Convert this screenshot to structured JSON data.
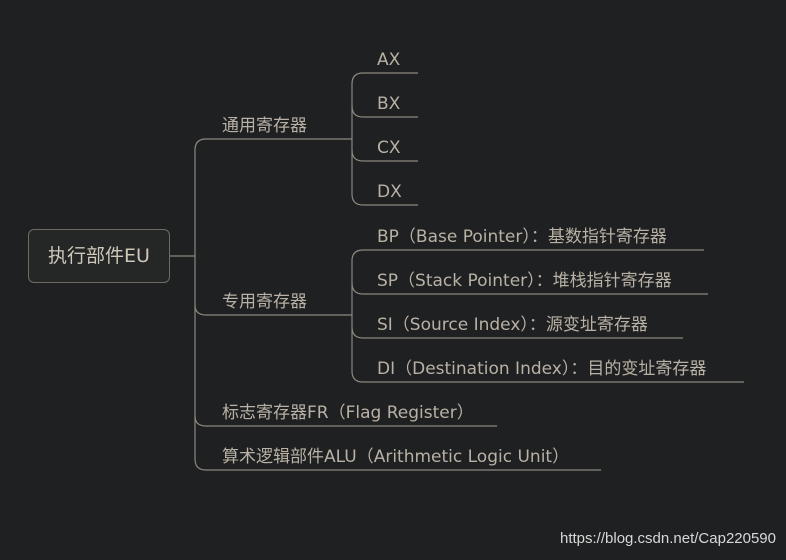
{
  "root": {
    "label": "执行部件EU"
  },
  "branches": [
    {
      "label": "通用寄存器",
      "children": [
        "AX",
        "BX",
        "CX",
        "DX"
      ]
    },
    {
      "label": "专用寄存器",
      "children": [
        "BP（Base Pointer）：基数指针寄存器",
        "SP（Stack Pointer）：堆栈指针寄存器",
        "SI（Source Index）：源变址寄存器",
        "DI（Destination Index）：目的变址寄存器"
      ]
    },
    {
      "label": "标志寄存器FR（Flag Register）"
    },
    {
      "label": "算术逻辑部件ALU（Arithmetic Logic Unit）"
    }
  ],
  "watermark": "https://blog.csdn.net/Cap220590",
  "colors": {
    "background": "#1e2021",
    "line": "#8d887f",
    "text": "#b9b1a5"
  }
}
